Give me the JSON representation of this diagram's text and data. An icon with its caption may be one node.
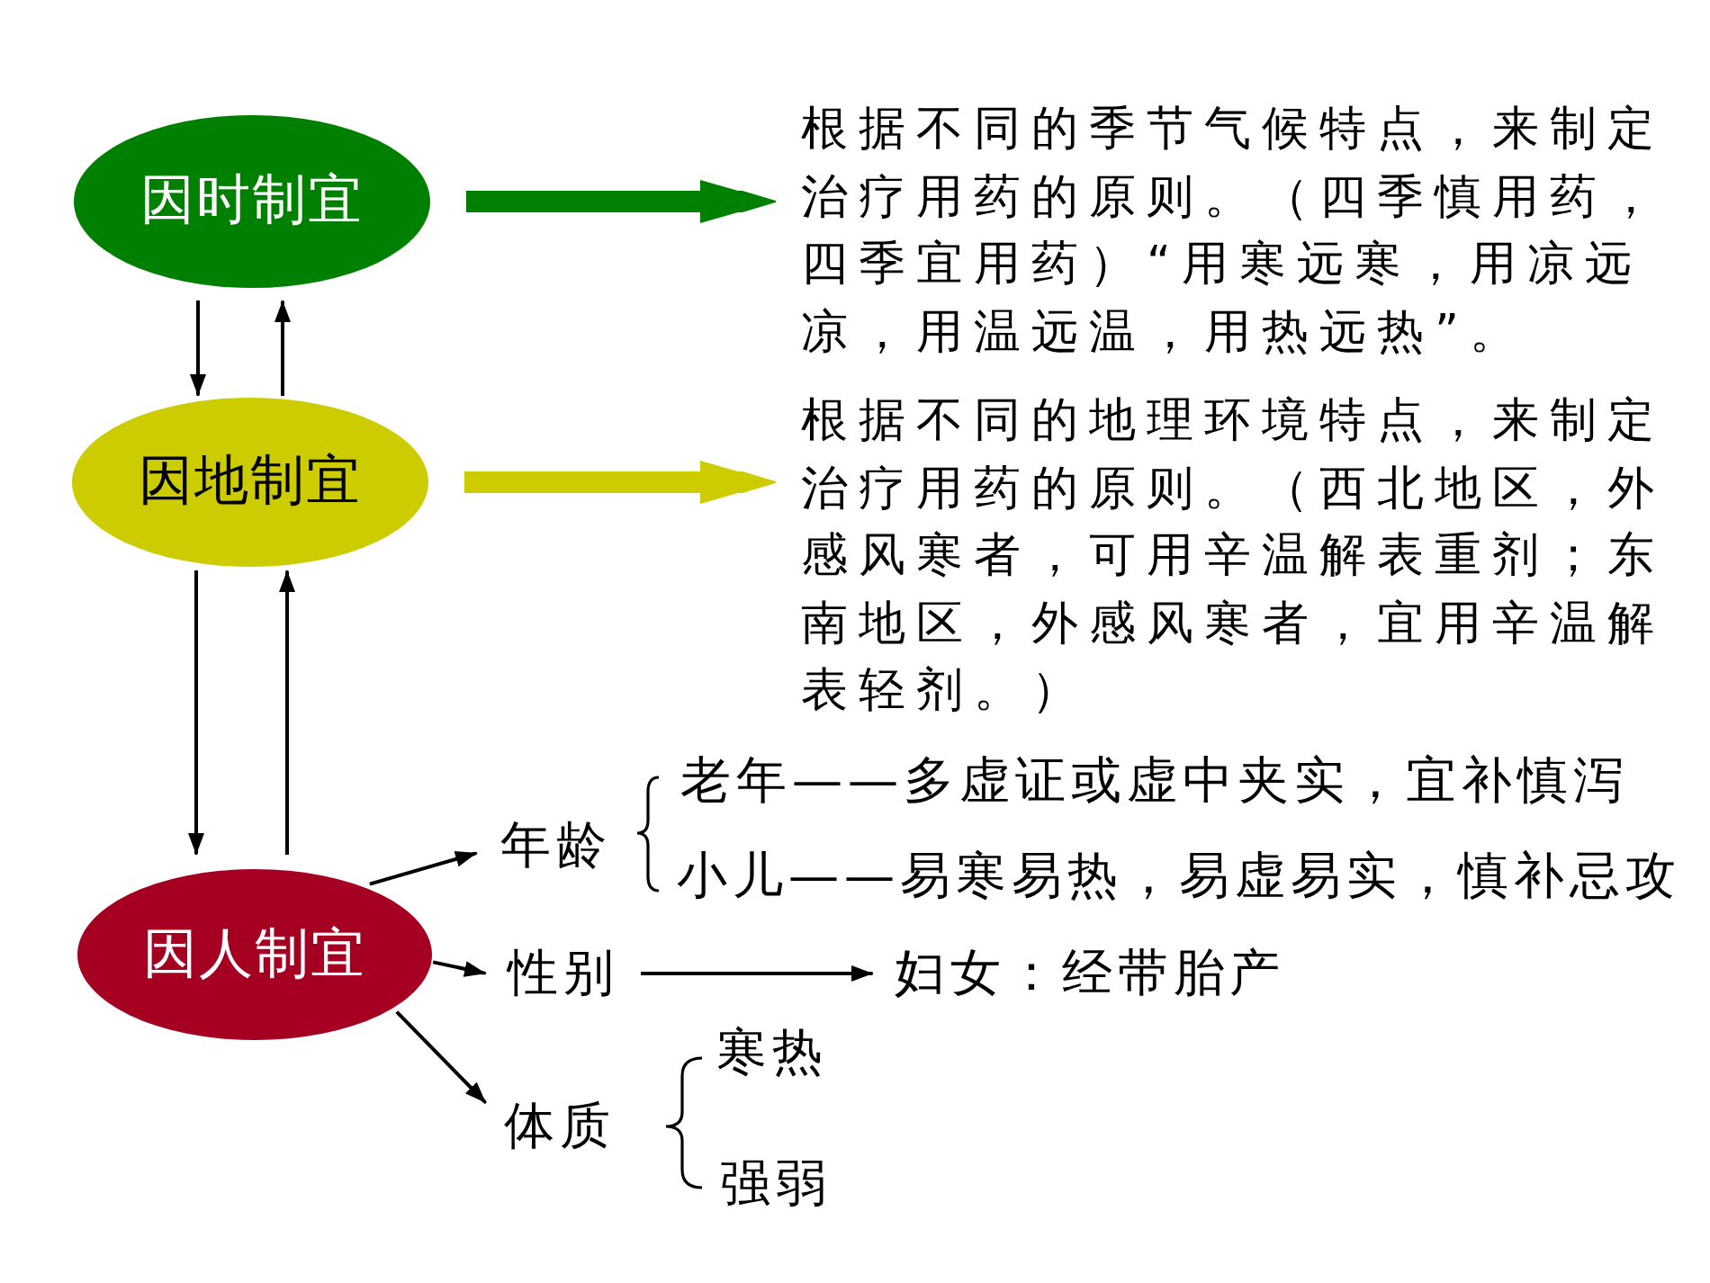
{
  "diagram": {
    "nodes": [
      {
        "text": [
          "因时制宜"
        ]
      },
      {
        "text": [
          "因地制宜"
        ]
      },
      {
        "text": [
          "因人制宜"
        ]
      },
      {
        "text": [
          "根据不同的季节气候特点，来制定治疗用药的原则。（四季慎用药，四季宜用药）“用寒远寒，用凉远凉，用温远温，用热远热”。"
        ]
      },
      {
        "text": [
          "根据不同的地理环境特点，来制定治疗用药的原则。（西北地区，外感风寒者，可用辛温解表重剂；东南地区，外感风寒者，宜用辛温解表轻剂。）"
        ]
      },
      {
        "text": [
          "年龄"
        ]
      },
      {
        "text": [
          "性别"
        ]
      },
      {
        "text": [
          "体质"
        ]
      },
      {
        "text": [
          "妇女：经带胎产"
        ]
      }
    ],
    "edges": [
      {
        "from": 0,
        "to": 3,
        "arrow": "to",
        "style": "thick",
        "color": "#008000"
      },
      {
        "from": 1,
        "to": 4,
        "arrow": "to",
        "style": "thick",
        "color": "#cccc00"
      },
      {
        "from": 0,
        "to": 1,
        "arrow": "to"
      },
      {
        "from": 1,
        "to": 0,
        "arrow": "to"
      },
      {
        "from": 1,
        "to": 2,
        "arrow": "to"
      },
      {
        "from": 2,
        "to": 1,
        "arrow": "to"
      },
      {
        "from": 2,
        "to": 5,
        "arrow": "to"
      },
      {
        "from": 2,
        "to": 6,
        "arrow": "to"
      },
      {
        "from": 2,
        "to": 7,
        "arrow": "to"
      },
      {
        "from": 6,
        "to": 8,
        "arrow": "to"
      }
    ],
    "labels": [
      "老年——多虚证或虚中夹实，宜补慎泻",
      "小儿——易寒易热，易虚易实，慎补忌攻",
      "寒热",
      "强弱"
    ]
  }
}
